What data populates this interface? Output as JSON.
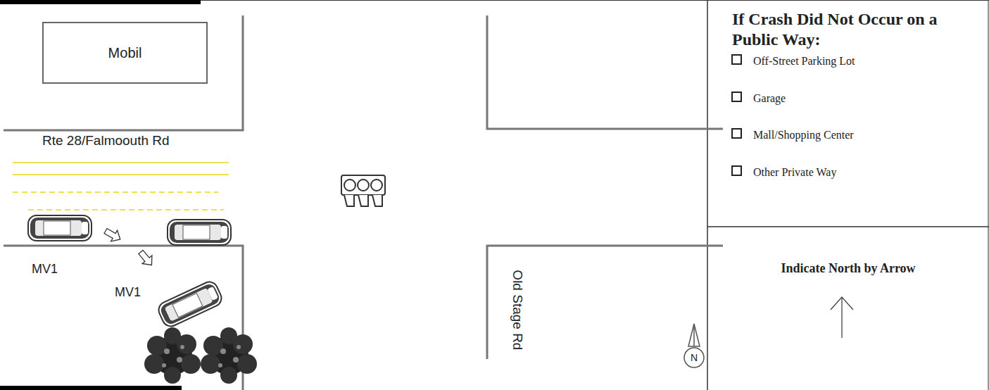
{
  "diagram": {
    "nodes": [
      {
        "text": [
          "Mobil"
        ]
      },
      {
        "text": [
          "If Crash Did Not Occur on a Public Way:",
          "Off-Street Parking Lot",
          "Garage",
          "Mall/Shopping Center",
          "Other Private Way"
        ]
      },
      {
        "text": [
          "Indicate North by Arrow"
        ]
      }
    ],
    "labels": [
      "Rte 28/Falmoouth Rd",
      "MV1",
      "MV1",
      "Old Stage Rd",
      "N"
    ]
  }
}
